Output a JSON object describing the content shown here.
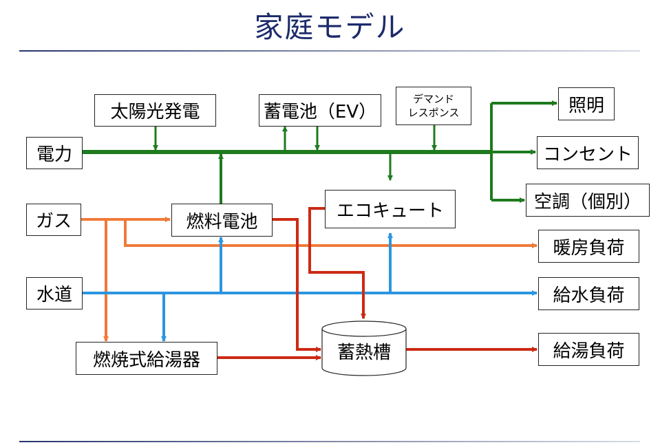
{
  "title": "家庭モデル",
  "nodes": {
    "electricity": "電力",
    "gas": "ガス",
    "water": "水道",
    "solar": "太陽光発電",
    "battery": "蓄電池（EV）",
    "demand_response": "デマンド\nレスポンス",
    "fuel_cell": "燃料電池",
    "ecocute": "エコキュート",
    "combustion_heater": "燃焼式給湯器",
    "storage_tank": "蓄熱槽",
    "lighting": "照明",
    "outlet": "コンセント",
    "aircon": "空調（個別）",
    "heating_load": "暖房負荷",
    "water_supply_load": "給水負荷",
    "hot_water_load": "給湯負荷"
  },
  "colors": {
    "electric": "#1e7a1e",
    "gas": "#f07a3a",
    "water": "#2b95e0",
    "hot_water": "#cc2a14"
  }
}
